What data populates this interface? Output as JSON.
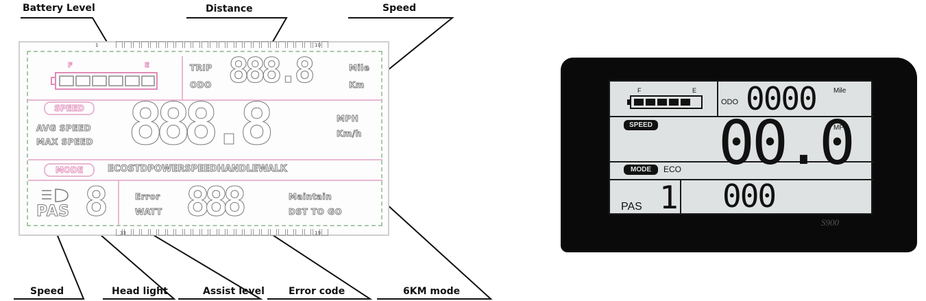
{
  "callouts": {
    "battery_level": "Battery Level",
    "distance": "Distance",
    "speed_top": "Speed",
    "speed_bottom": "Speed",
    "head_light": "Head light",
    "assist_level": "Assist level",
    "error_code": "Error code",
    "km6_mode": "6KM mode"
  },
  "schematic": {
    "pin_start": "1",
    "pin_end_top": "10",
    "pin_bottom_left": "33",
    "pin_bottom_right": "19",
    "battery_full": "F",
    "battery_empty": "E",
    "trip": "TRIP",
    "odo": "ODO",
    "mile": "Mile",
    "km": "Km",
    "speed_badge": "SPEED",
    "mph": "MPH",
    "kmh": "Km/h",
    "avg_speed": "AVG SPEED",
    "max_speed": "MAX SPEED",
    "mode_badge": "MODE",
    "modes": "ECOSTDPOWERSPEEDHANDLEWALK",
    "pas": "PAS",
    "error": "Error",
    "watt": "WATT",
    "maintain": "Maintain",
    "dst_to_go": "DST  TO GO",
    "digit_8": "8",
    "digit_dot": "."
  },
  "device": {
    "battery_full": "F",
    "battery_empty": "E",
    "odo_label": "ODO",
    "odo_value": "0000",
    "mile": "Mile",
    "speed_badge": "SPEED",
    "speed_value": "00.0",
    "mph": "MPH",
    "mode_badge": "MODE",
    "mode_value": "ECO",
    "pas_label": "PAS",
    "pas_value": "1",
    "watt_value": "000",
    "brand": "S900"
  }
}
